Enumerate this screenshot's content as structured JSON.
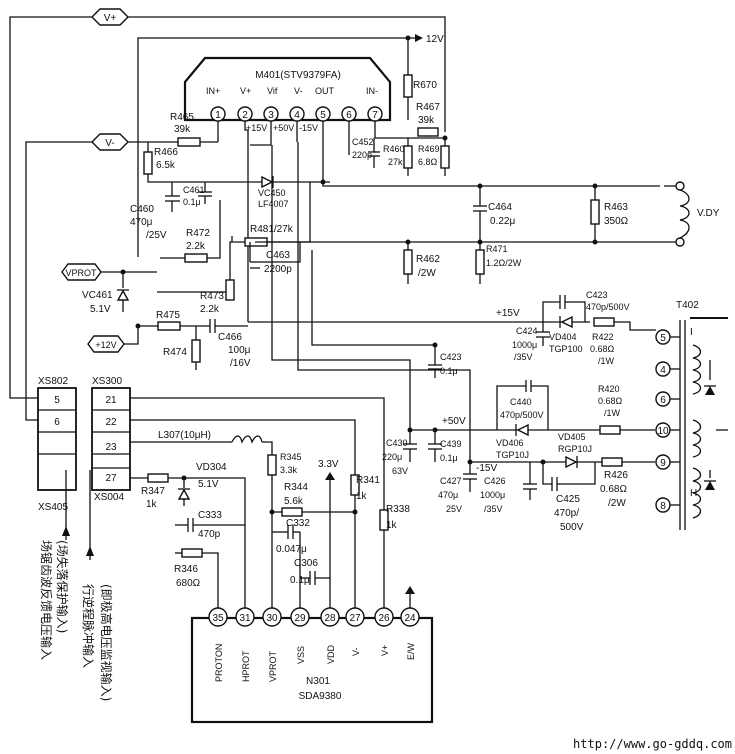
{
  "rails": {
    "v_plus": "V+",
    "v_minus": "V-",
    "v12_top": "12V",
    "vprot": "VPROT",
    "plus12v": "+12V"
  },
  "ic_m401": {
    "title": "M401(STV9379FA)",
    "pin_names": [
      "IN+",
      "V+",
      "Vif",
      "V-",
      "OUT",
      "IN-"
    ],
    "pins": [
      "1",
      "2",
      "3",
      "4",
      "5",
      "6",
      "7"
    ],
    "supply_labels": [
      "+15V",
      "+50V",
      "-15V"
    ]
  },
  "ic_n301": {
    "ref": "N301",
    "part": "SDA9380",
    "pins": [
      "35",
      "31",
      "30",
      "29",
      "28",
      "27",
      "26",
      "24"
    ],
    "pin_names": [
      "PROTON",
      "HPROT",
      "VPROT",
      "VSS",
      "VDD",
      "V-",
      "V+",
      "E/W"
    ],
    "supply": "3.3V"
  },
  "components": {
    "r465": [
      "R465",
      "39k"
    ],
    "r466": [
      "R466",
      "6.5k"
    ],
    "c461": [
      "C461",
      "0.1μ"
    ],
    "c460": [
      "C460",
      "470μ",
      "/25V"
    ],
    "vc450": [
      "VC450",
      "LF4007"
    ],
    "r472": [
      "R472",
      "2.2k"
    ],
    "r481": [
      "R481/27k"
    ],
    "c463": [
      "C463",
      "2200p"
    ],
    "r473": [
      "R473",
      "2.2k"
    ],
    "c466": [
      "C466",
      "100μ",
      "/16V"
    ],
    "vc461": [
      "VC461",
      "5.1V"
    ],
    "r475": [
      "R475"
    ],
    "r474": [
      "R474"
    ],
    "r670": [
      "R670"
    ],
    "r467": [
      "R467",
      "39k"
    ],
    "r460": [
      "R460",
      "27k"
    ],
    "r469": [
      "R469",
      "6.8Ω"
    ],
    "c452": [
      "C452",
      "220p"
    ],
    "c464": [
      "C464",
      "0.22μ"
    ],
    "r463": [
      "R463",
      "350Ω"
    ],
    "r462": [
      "R462",
      "/2W"
    ],
    "r471": [
      "R471",
      "1.2Ω/2W"
    ],
    "vdy": [
      "V.DY"
    ],
    "c423_top": [
      "C423",
      "470p/500V"
    ],
    "c424": [
      "C424",
      "1000μ",
      "/35V"
    ],
    "vd404": [
      "VD404",
      "TGP100"
    ],
    "r422": [
      "R422",
      "0.68Ω",
      "/1W"
    ],
    "c423": [
      "C423",
      "0.1μ"
    ],
    "c440": [
      "C440",
      "470p/500V"
    ],
    "r420": [
      "R420",
      "0.68Ω",
      "/1W"
    ],
    "vd406": [
      "VD406",
      "TGP10J"
    ],
    "vd405": [
      "VD405",
      "RGP10J"
    ],
    "c430": [
      "C430",
      "220μ",
      "63V"
    ],
    "c439": [
      "C439",
      "0.1μ"
    ],
    "c427": [
      "C427",
      "470μ",
      "25V"
    ],
    "c426": [
      "C426",
      "1000μ",
      "/35V"
    ],
    "c425": [
      "C425",
      "470p/",
      "500V"
    ],
    "r426": [
      "R426",
      "0.68Ω",
      "/2W"
    ],
    "t402": [
      "T402"
    ],
    "l307": [
      "L307(10μH)"
    ],
    "vd304": [
      "VD304",
      "5.1V"
    ],
    "r347": [
      "R347",
      "1k"
    ],
    "c333": [
      "C333",
      "470p"
    ],
    "r346": [
      "R346",
      "680Ω"
    ],
    "r345": [
      "R345",
      "3.3k"
    ],
    "r344": [
      "R344",
      "5.6k"
    ],
    "c332": [
      "C332",
      "0.047μ"
    ],
    "c306": [
      "C306",
      "0.1μ"
    ],
    "r341": [
      "R341",
      "1k"
    ],
    "r338": [
      "R338",
      "1k"
    ]
  },
  "rail_labels": {
    "p15": "+15V",
    "p50": "+50V",
    "m15": "-15V"
  },
  "transformer_pins": [
    "5",
    "4",
    "6",
    "10",
    "9",
    "8"
  ],
  "transformer_letters": [
    "I",
    "H"
  ],
  "connectors": {
    "xs802": {
      "ref": "XS802",
      "pins": [
        "5",
        "6"
      ]
    },
    "xs300": {
      "ref": "XS300",
      "pins": [
        "21",
        "22",
        "23",
        "27"
      ]
    },
    "xs405": "XS405",
    "xs004": "XS004"
  },
  "vertical_notes": [
    "场锯齿波反馈电压输入",
    "(场失落保护输入)",
    "行逆程脉冲输入",
    "(即极高电压监视输入)"
  ],
  "footer": "http://www.go-gddq.com"
}
